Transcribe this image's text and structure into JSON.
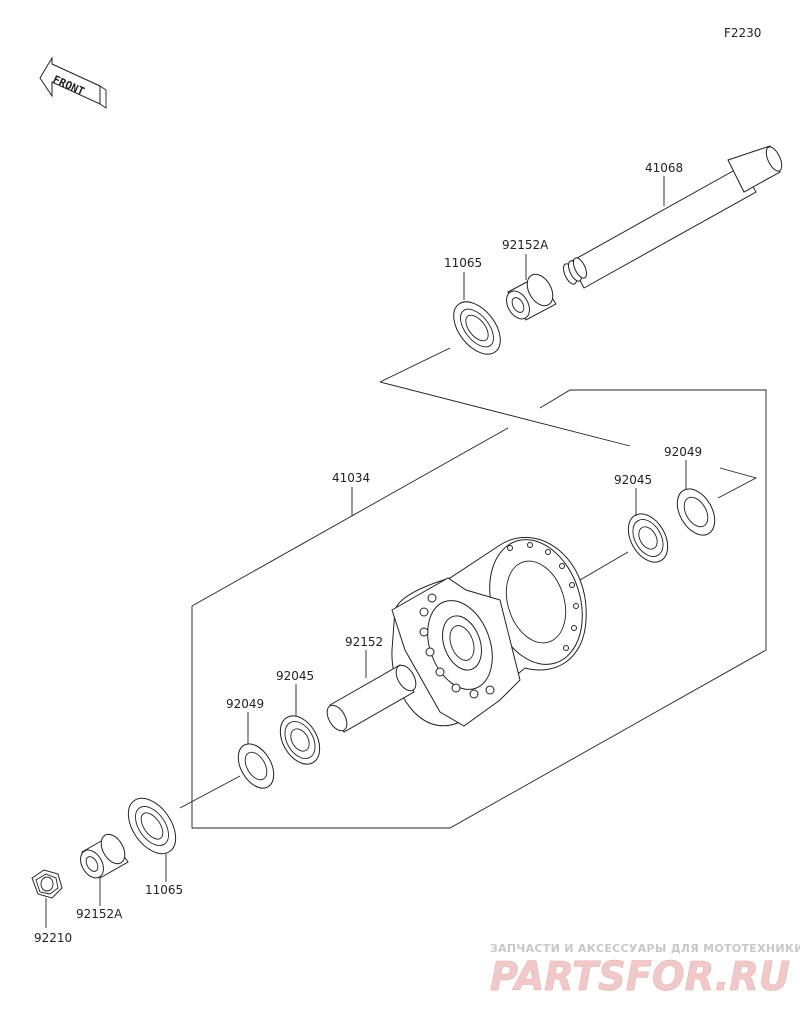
{
  "diagram_code": "F2230",
  "front_label": "FRONT",
  "parts": {
    "axle": "41068",
    "collar_upper": "92152A",
    "seal_upper": "11065",
    "hub": "41034",
    "oil_seal_right": "92049",
    "bearing_right": "92045",
    "spacer": "92152",
    "bearing_left": "92045",
    "oil_seal_left": "92049",
    "seal_lower": "11065",
    "collar_lower": "92152A",
    "nut": "92210"
  },
  "watermark": {
    "caption": "ЗАПЧАСТИ И АКСЕССУАРЫ ДЛЯ МОТОТЕХНИКИ",
    "logo": "PARTSFOR.RU"
  }
}
